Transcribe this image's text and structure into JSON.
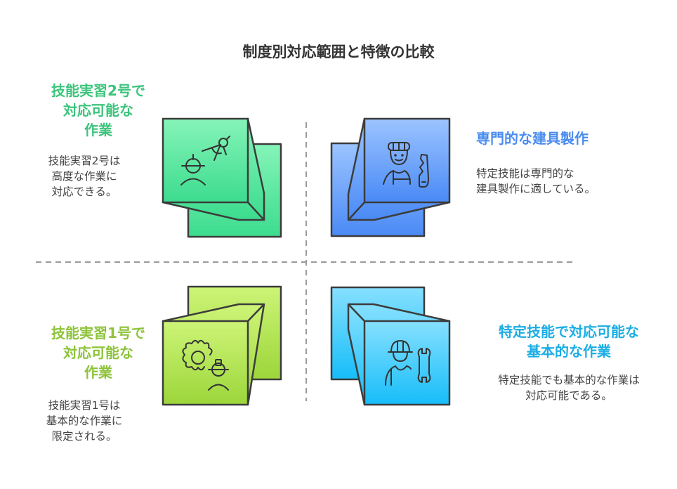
{
  "title": "制度別対応範囲と特徴の比較",
  "colors": {
    "green": "#3CC47C",
    "blue": "#4A8CF0",
    "lime": "#8DC33A",
    "cyan": "#1AADE4",
    "stroke": "#3C3C3C",
    "divider": "#9A9A9A"
  },
  "quadrants": {
    "top_left": {
      "heading_lines": [
        "技能実習2号で",
        "対応可能な",
        "作業"
      ],
      "desc_lines": [
        "技能実習2号は",
        "高度な作業に",
        "対応できる。"
      ],
      "icon": "engineer-with-compass-icon"
    },
    "top_right": {
      "heading_lines": [
        "専門的な建具製作"
      ],
      "desc_lines": [
        "特定技能は専門的な",
        "建具製作に適している。"
      ],
      "icon": "carpenter-with-saw-icon"
    },
    "bottom_left": {
      "heading_lines": [
        "技能実習1号で",
        "対応可能な",
        "作業"
      ],
      "desc_lines": [
        "技能実習1号は",
        "基本的な作業に",
        "限定される。"
      ],
      "icon": "gear-and-worker-icon"
    },
    "bottom_right": {
      "heading_lines": [
        "特定技能で対応可能な",
        "基本的な作業"
      ],
      "desc_lines": [
        "特定技能でも基本的な作業は",
        "対応可能である。"
      ],
      "icon": "worker-with-wrench-icon"
    }
  }
}
